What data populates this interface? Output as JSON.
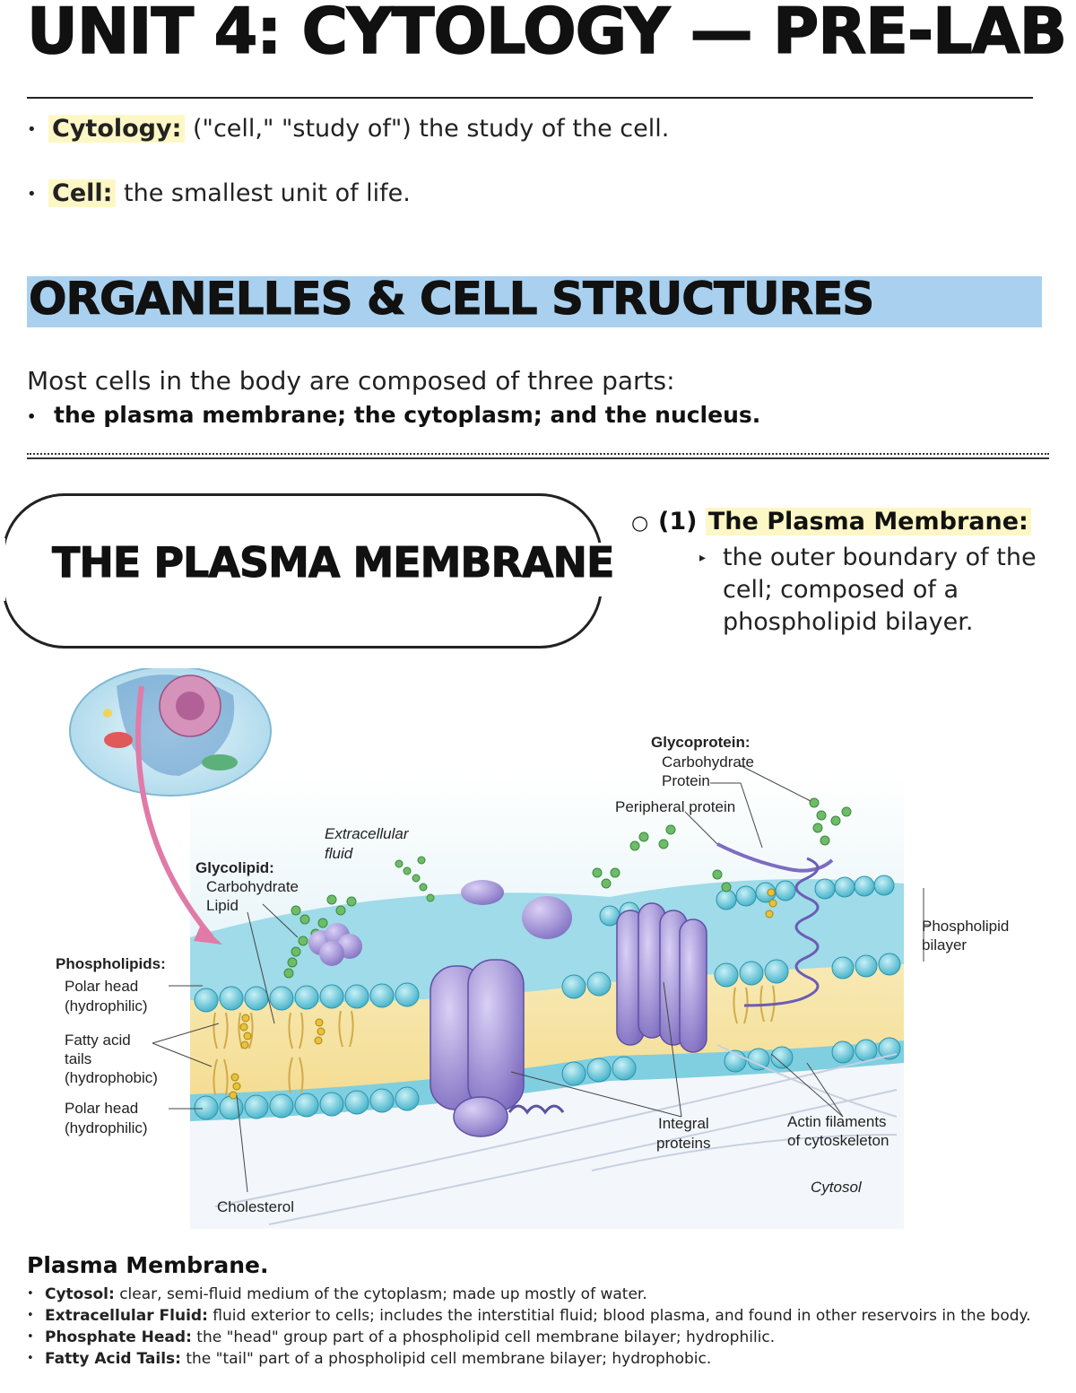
{
  "header": {
    "title": "UNIT 4: CYTOLOGY — PRE-LAB"
  },
  "intro_defs": [
    {
      "term": "Cytology:",
      "text": " (\"cell,\" \"study of\") the study of the cell."
    },
    {
      "term": "Cell:",
      "text": " the smallest unit of life."
    }
  ],
  "section": {
    "banner": "ORGANELLES & CELL STRUCTURES",
    "intro": "Most cells in the body are composed of three parts:",
    "parts": "the plasma membrane; the cytoplasm; and the nucleus."
  },
  "plasma": {
    "pill_title": "THE PLASMA MEMBRANE",
    "circle": "○",
    "number": "(1)",
    "term": "The Plasma Membrane:",
    "desc": "the outer boundary of the cell; composed of a phospholipid bilayer."
  },
  "diagram": {
    "extracellular": [
      "Extracellular",
      "fluid"
    ],
    "glycolipid": "Glycolipid:",
    "carbohydrate1": "Carbohydrate",
    "lipid": "Lipid",
    "glycoprotein": "Glycoprotein:",
    "carbohydrate2": "Carbohydrate",
    "protein": "Protein",
    "peripheral": "Peripheral protein",
    "bilayer": [
      "Phospholipid",
      "bilayer"
    ],
    "phospholipids": "Phospholipids:",
    "polar1": [
      "Polar head",
      "(hydrophilic)"
    ],
    "fatty": [
      "Fatty acid",
      "tails",
      "(hydrophobic)"
    ],
    "polar2": [
      "Polar head",
      "(hydrophilic)"
    ],
    "cholesterol": "Cholesterol",
    "integral": [
      "Integral",
      "proteins"
    ],
    "actin": [
      "Actin filaments",
      "of cytoskeleton"
    ],
    "cytosol": "Cytosol"
  },
  "definitions": {
    "heading": "Plasma Membrane.",
    "items": [
      {
        "term": "Cytosol:",
        "text": " clear, semi-fluid medium of the cytoplasm; made up mostly of water."
      },
      {
        "term": "Extracellular Fluid:",
        "text": " fluid exterior to cells; includes the interstitial fluid; blood plasma, and found in other reservoirs in the body."
      },
      {
        "term": "Phosphate Head:",
        "text": " the \"head\" group part of a phospholipid cell membrane bilayer; hydrophilic."
      },
      {
        "term": "Fatty Acid Tails:",
        "text": " the \"tail\" part of a phospholipid cell membrane bilayer; hydrophobic."
      }
    ]
  },
  "colors": {
    "highlight": "#fdf7c6",
    "banner": "#a9d0ef",
    "membrane_head": "#5cc3d6",
    "membrane_core": "#f6e3a2",
    "protein": "#a89ad8"
  }
}
